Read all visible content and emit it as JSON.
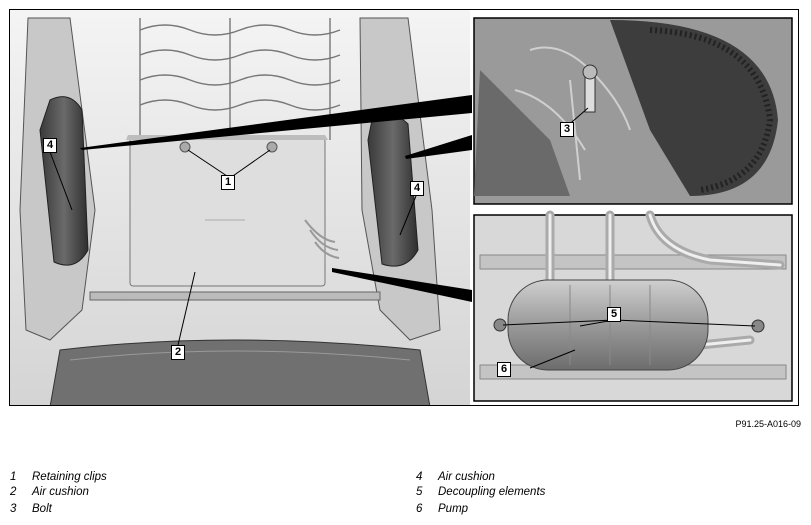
{
  "figure": {
    "id": "P91.25-A016-09",
    "callouts": [
      {
        "label": "1"
      },
      {
        "label": "2"
      },
      {
        "label": "3"
      },
      {
        "label": "4"
      },
      {
        "label": "4"
      },
      {
        "label": "5"
      },
      {
        "label": "6"
      }
    ]
  },
  "legend": [
    {
      "num": "1",
      "text": "Retaining clips"
    },
    {
      "num": "2",
      "text": "Air cushion"
    },
    {
      "num": "3",
      "text": "Bolt"
    },
    {
      "num": "4",
      "text": "Air cushion"
    },
    {
      "num": "5",
      "text": "Decoupling elements"
    },
    {
      "num": "6",
      "text": "Pump"
    }
  ]
}
